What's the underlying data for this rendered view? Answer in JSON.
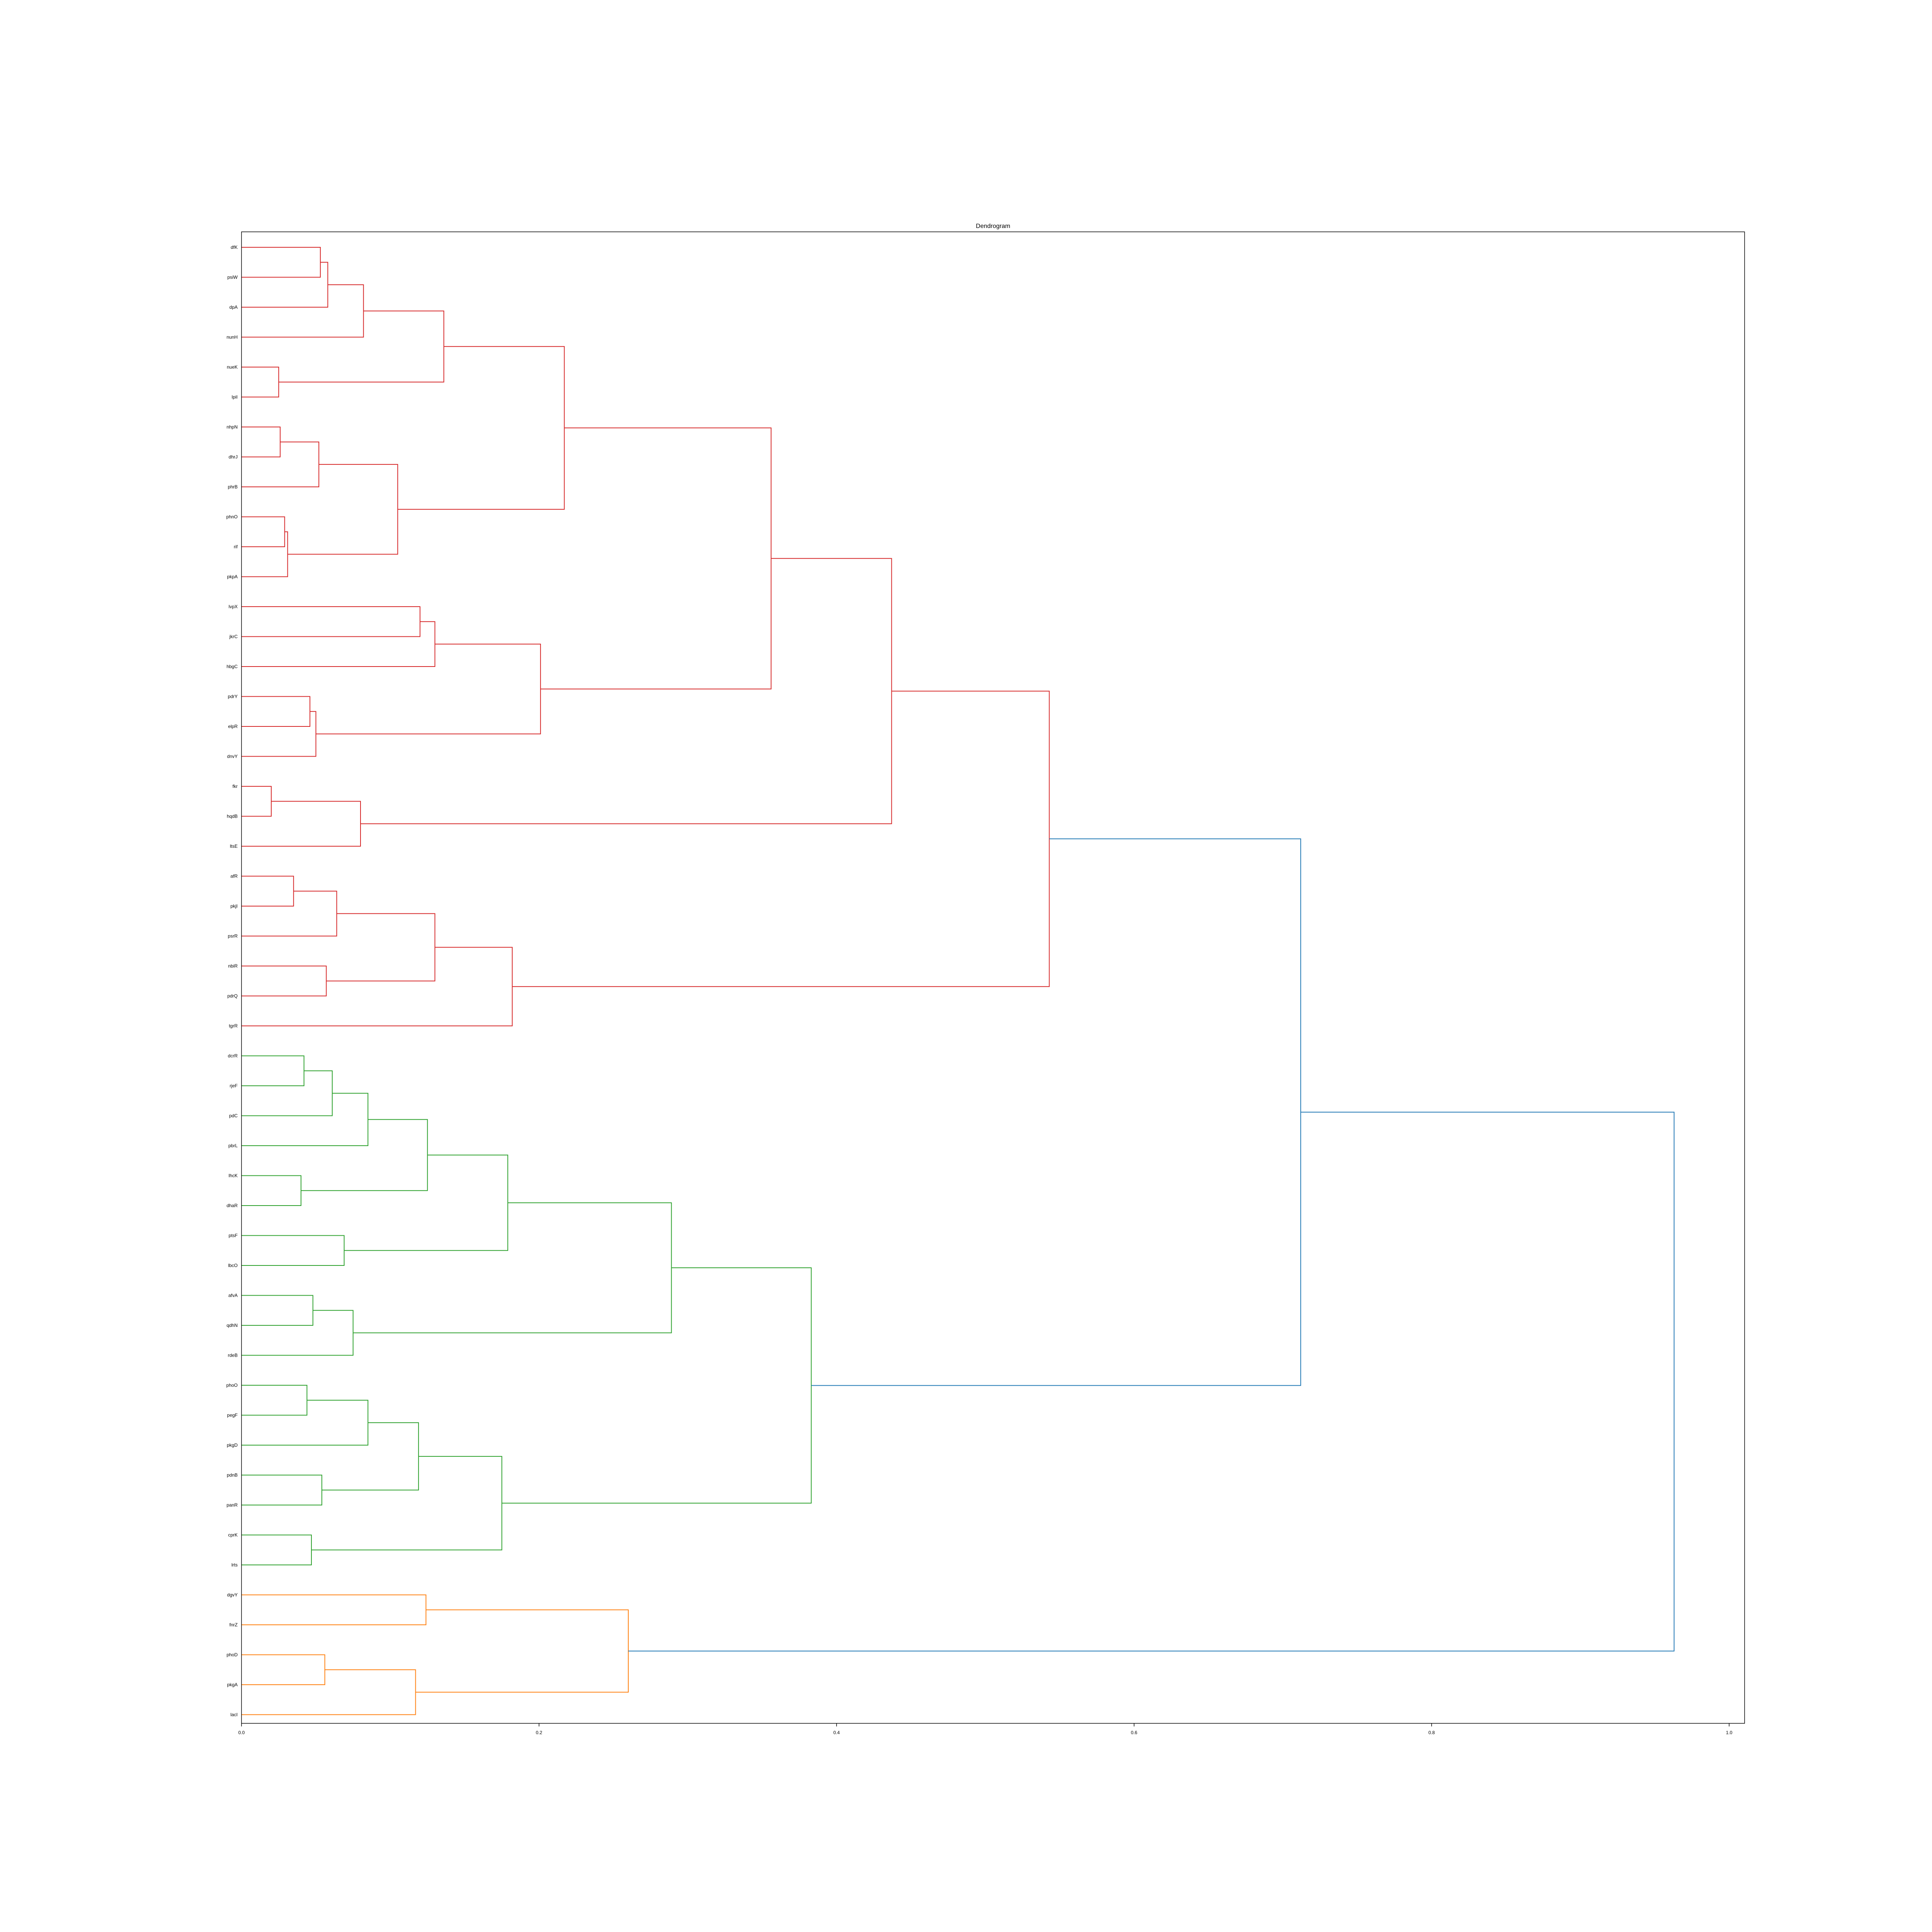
{
  "chart_data": {
    "type": "dendrogram",
    "orientation": "horizontal",
    "title": "Dendrogram",
    "xlabel": "",
    "ylabel": "",
    "xlim": [
      0,
      1.0
    ],
    "x_ticks": [
      0.0,
      0.2,
      0.4,
      0.6,
      0.8,
      1.0
    ],
    "x_tick_labels": [
      "0.0",
      "0.2",
      "0.4",
      "0.6",
      "0.8",
      "1.0"
    ],
    "leaves": [
      "dfK",
      "psiW",
      "dpA",
      "nunH",
      "nueK",
      "lpiI",
      "nhpN",
      "dhrJ",
      "phrB",
      "phnO",
      "rif",
      "pkpA",
      "lvpX",
      "jkrC",
      "hbgC",
      "pdrY",
      "elpR",
      "dnvY",
      "fkr",
      "hqdB",
      "ltsE",
      "afR",
      "pkjI",
      "psrR",
      "nbiR",
      "pdrQ",
      "tgrR",
      "dcrR",
      "rjeF",
      "pdC",
      "pbrL",
      "lhcK",
      "dhaR",
      "ptsF",
      "lbcO",
      "afvA",
      "qdhN",
      "rdeB",
      "phoO",
      "pegF",
      "pkgD",
      "pdnB",
      "panR",
      "cprK",
      "lrts",
      "dgvY",
      "fnrZ",
      "phoD",
      "pkgA",
      "lacI"
    ],
    "clusters": [
      {
        "name": "C1",
        "color": "#d62728",
        "leaves": [
          "dfK",
          "psiW"
        ],
        "height": 0.053
      },
      {
        "name": "C2",
        "color": "#d62728",
        "children": [
          "C1",
          "dpA"
        ],
        "height": 0.058
      },
      {
        "name": "C3",
        "color": "#d62728",
        "children": [
          "C2",
          "nunH"
        ],
        "height": 0.082
      },
      {
        "name": "C4",
        "color": "#d62728",
        "leaves": [
          "nueK",
          "lpiI"
        ],
        "height": 0.025
      },
      {
        "name": "C5",
        "color": "#d62728",
        "children": [
          "C3",
          "C4"
        ],
        "height": 0.136
      },
      {
        "name": "C6",
        "color": "#d62728",
        "leaves": [
          "nhpN",
          "dhrJ"
        ],
        "height": 0.026
      },
      {
        "name": "C7",
        "color": "#d62728",
        "children": [
          "C6",
          "phrB"
        ],
        "height": 0.052
      },
      {
        "name": "C8",
        "color": "#d62728",
        "leaves": [
          "phnO",
          "rif"
        ],
        "height": 0.029
      },
      {
        "name": "C9",
        "color": "#d62728",
        "children": [
          "C8",
          "pkpA"
        ],
        "height": 0.031
      },
      {
        "name": "C10",
        "color": "#d62728",
        "children": [
          "C7",
          "C9"
        ],
        "height": 0.105
      },
      {
        "name": "C11",
        "color": "#d62728",
        "children": [
          "C5",
          "C10"
        ],
        "height": 0.217
      },
      {
        "name": "C12",
        "color": "#d62728",
        "leaves": [
          "lvpX",
          "jkrC"
        ],
        "height": 0.12
      },
      {
        "name": "C13",
        "color": "#d62728",
        "children": [
          "C12",
          "hbgC"
        ],
        "height": 0.13
      },
      {
        "name": "C14",
        "color": "#d62728",
        "leaves": [
          "pdrY",
          "elpR"
        ],
        "height": 0.046
      },
      {
        "name": "C15",
        "color": "#d62728",
        "children": [
          "C14",
          "dnvY"
        ],
        "height": 0.05
      },
      {
        "name": "C16",
        "color": "#d62728",
        "children": [
          "C13",
          "C15"
        ],
        "height": 0.201
      },
      {
        "name": "C17",
        "color": "#d62728",
        "children": [
          "C11",
          "C16"
        ],
        "height": 0.356
      },
      {
        "name": "C18",
        "color": "#d62728",
        "leaves": [
          "fkr",
          "hqdB"
        ],
        "height": 0.02
      },
      {
        "name": "C19",
        "color": "#d62728",
        "children": [
          "C18",
          "ltsE"
        ],
        "height": 0.08
      },
      {
        "name": "C20",
        "color": "#d62728",
        "children": [
          "C17",
          "C19"
        ],
        "height": 0.437
      },
      {
        "name": "C21",
        "color": "#d62728",
        "leaves": [
          "afR",
          "pkjI"
        ],
        "height": 0.035
      },
      {
        "name": "C22",
        "color": "#d62728",
        "children": [
          "C21",
          "psrR"
        ],
        "height": 0.064
      },
      {
        "name": "C23",
        "color": "#d62728",
        "leaves": [
          "nbiR",
          "pdrQ"
        ],
        "height": 0.057
      },
      {
        "name": "C24",
        "color": "#d62728",
        "children": [
          "C22",
          "C23"
        ],
        "height": 0.13
      },
      {
        "name": "C25",
        "color": "#d62728",
        "children": [
          "C24",
          "tgrR"
        ],
        "height": 0.182
      },
      {
        "name": "C26",
        "color": "#d62728",
        "children": [
          "C20",
          "C25"
        ],
        "height": 0.543
      },
      {
        "name": "C27",
        "color": "#2ca02c",
        "leaves": [
          "dcrR",
          "rjeF"
        ],
        "height": 0.042
      },
      {
        "name": "C28",
        "color": "#2ca02c",
        "children": [
          "C27",
          "pdC"
        ],
        "height": 0.061
      },
      {
        "name": "C29",
        "color": "#2ca02c",
        "children": [
          "C28",
          "pbrL"
        ],
        "height": 0.085
      },
      {
        "name": "C30",
        "color": "#2ca02c",
        "leaves": [
          "lhcK",
          "dhaR"
        ],
        "height": 0.04
      },
      {
        "name": "C31",
        "color": "#2ca02c",
        "children": [
          "C29",
          "C30"
        ],
        "height": 0.125
      },
      {
        "name": "C32",
        "color": "#2ca02c",
        "leaves": [
          "ptsF",
          "lbcO"
        ],
        "height": 0.069
      },
      {
        "name": "C33",
        "color": "#2ca02c",
        "children": [
          "C31",
          "C32"
        ],
        "height": 0.179
      },
      {
        "name": "C34",
        "color": "#2ca02c",
        "leaves": [
          "afvA",
          "qdhN"
        ],
        "height": 0.048
      },
      {
        "name": "C35",
        "color": "#2ca02c",
        "children": [
          "C34",
          "rdeB"
        ],
        "height": 0.075
      },
      {
        "name": "C36",
        "color": "#2ca02c",
        "children": [
          "C33",
          "C35"
        ],
        "height": 0.289
      },
      {
        "name": "C37",
        "color": "#2ca02c",
        "leaves": [
          "phoO",
          "pegF"
        ],
        "height": 0.044
      },
      {
        "name": "C38",
        "color": "#2ca02c",
        "children": [
          "C37",
          "pkgD"
        ],
        "height": 0.085
      },
      {
        "name": "C39",
        "color": "#2ca02c",
        "leaves": [
          "pdnB",
          "panR"
        ],
        "height": 0.054
      },
      {
        "name": "C40",
        "color": "#2ca02c",
        "children": [
          "C38",
          "C39"
        ],
        "height": 0.119
      },
      {
        "name": "C41",
        "color": "#2ca02c",
        "leaves": [
          "cprK",
          "lrts"
        ],
        "height": 0.047
      },
      {
        "name": "C42",
        "color": "#2ca02c",
        "children": [
          "C40",
          "C41"
        ],
        "height": 0.175
      },
      {
        "name": "C43",
        "color": "#2ca02c",
        "children": [
          "C36",
          "C42"
        ],
        "height": 0.383
      },
      {
        "name": "C44",
        "color": "#1f77b4",
        "children": [
          "C26",
          "C43"
        ],
        "height": 0.712
      },
      {
        "name": "C45",
        "color": "#ff7f0e",
        "leaves": [
          "dgvY",
          "fnrZ"
        ],
        "height": 0.124
      },
      {
        "name": "C46",
        "color": "#ff7f0e",
        "leaves": [
          "phoD",
          "pkgA"
        ],
        "height": 0.056
      },
      {
        "name": "C47",
        "color": "#ff7f0e",
        "children": [
          "C46",
          "lacI"
        ],
        "height": 0.117
      },
      {
        "name": "C48",
        "color": "#ff7f0e",
        "children": [
          "C45",
          "C47"
        ],
        "height": 0.26
      },
      {
        "name": "C49",
        "color": "#1f77b4",
        "children": [
          "C44",
          "C48"
        ],
        "height": 0.963
      }
    ]
  }
}
